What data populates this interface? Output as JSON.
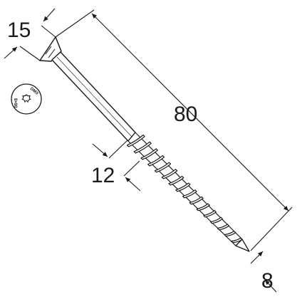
{
  "dimensions": {
    "head_diameter": "15",
    "length": "80",
    "thread_length": "12",
    "shank_diameter": "8"
  },
  "head_marking": {
    "text": "DMX",
    "code": "8×80"
  },
  "colors": {
    "line": "#1a1a1a",
    "background": "#ffffff"
  }
}
